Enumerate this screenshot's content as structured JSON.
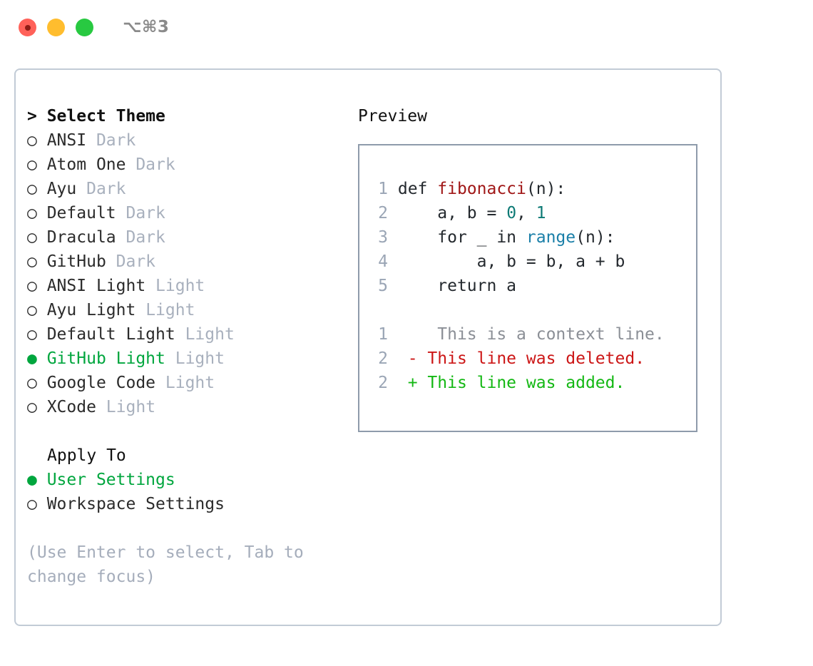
{
  "window": {
    "shortcut": "⌥⌘3",
    "traffic_lights": [
      {
        "name": "close",
        "color": "#ff6159"
      },
      {
        "name": "minimize",
        "color": "#ffbd2e"
      },
      {
        "name": "maximize",
        "color": "#28c941"
      }
    ]
  },
  "theme_picker": {
    "heading": "> Select Theme",
    "selected_bullet": "●",
    "unselected_bullet": "○",
    "options": [
      {
        "bullet": "○",
        "name": "ANSI",
        "variant": "Dark",
        "selected": false
      },
      {
        "bullet": "○",
        "name": "Atom One",
        "variant": "Dark",
        "selected": false
      },
      {
        "bullet": "○",
        "name": "Ayu",
        "variant": "Dark",
        "selected": false
      },
      {
        "bullet": "○",
        "name": "Default",
        "variant": "Dark",
        "selected": false
      },
      {
        "bullet": "○",
        "name": "Dracula",
        "variant": "Dark",
        "selected": false
      },
      {
        "bullet": "○",
        "name": "GitHub",
        "variant": "Dark",
        "selected": false
      },
      {
        "bullet": "○",
        "name": "ANSI Light",
        "variant": "Light",
        "selected": false
      },
      {
        "bullet": "○",
        "name": "Ayu Light",
        "variant": "Light",
        "selected": false
      },
      {
        "bullet": "○",
        "name": "Default Light",
        "variant": "Light",
        "selected": false
      },
      {
        "bullet": "●",
        "name": "GitHub Light",
        "variant": "Light",
        "selected": true
      },
      {
        "bullet": "○",
        "name": "Google Code",
        "variant": "Light",
        "selected": false
      },
      {
        "bullet": "○",
        "name": "XCode",
        "variant": "Light",
        "selected": false
      }
    ]
  },
  "apply_to": {
    "heading": "Apply To",
    "options": [
      {
        "bullet": "●",
        "name": "User Settings",
        "selected": true
      },
      {
        "bullet": "○",
        "name": "Workspace Settings",
        "selected": false
      }
    ]
  },
  "hint": "(Use Enter to select, Tab to change focus)",
  "preview": {
    "title": "Preview",
    "code_lines": [
      {
        "n": "1",
        "segments": [
          {
            "t": "def ",
            "c": "plain"
          },
          {
            "t": "fibonacci",
            "c": "fn"
          },
          {
            "t": "(n):",
            "c": "plain"
          }
        ]
      },
      {
        "n": "2",
        "segments": [
          {
            "t": "    a, b = ",
            "c": "plain"
          },
          {
            "t": "0",
            "c": "num"
          },
          {
            "t": ", ",
            "c": "plain"
          },
          {
            "t": "1",
            "c": "num"
          }
        ]
      },
      {
        "n": "3",
        "segments": [
          {
            "t": "    for _ in ",
            "c": "plain"
          },
          {
            "t": "range",
            "c": "bi"
          },
          {
            "t": "(n):",
            "c": "plain"
          }
        ]
      },
      {
        "n": "4",
        "segments": [
          {
            "t": "        a, b = b, a + b",
            "c": "plain"
          }
        ]
      },
      {
        "n": "5",
        "segments": [
          {
            "t": "    return a",
            "c": "plain"
          }
        ]
      }
    ],
    "diff_lines": [
      {
        "n": "1",
        "marker": " ",
        "text": "  This is a context line.",
        "kind": "ctx"
      },
      {
        "n": "2",
        "marker": "-",
        "text": " This line was deleted.",
        "kind": "del"
      },
      {
        "n": "2",
        "marker": "+",
        "text": " This line was added.",
        "kind": "add"
      }
    ]
  },
  "colors": {
    "accent_green": "#00a63e",
    "muted": "#a8b0bd",
    "hint": "#a5adbb",
    "panel_border": "#c2cbd6",
    "code_border": "#8e9bab",
    "syntax_function": "#a01717",
    "syntax_number": "#0d7a75",
    "syntax_builtin": "#1a7fa8",
    "diff_context": "#8b8f96",
    "diff_deleted": "#cc1616",
    "diff_added": "#14b814"
  }
}
